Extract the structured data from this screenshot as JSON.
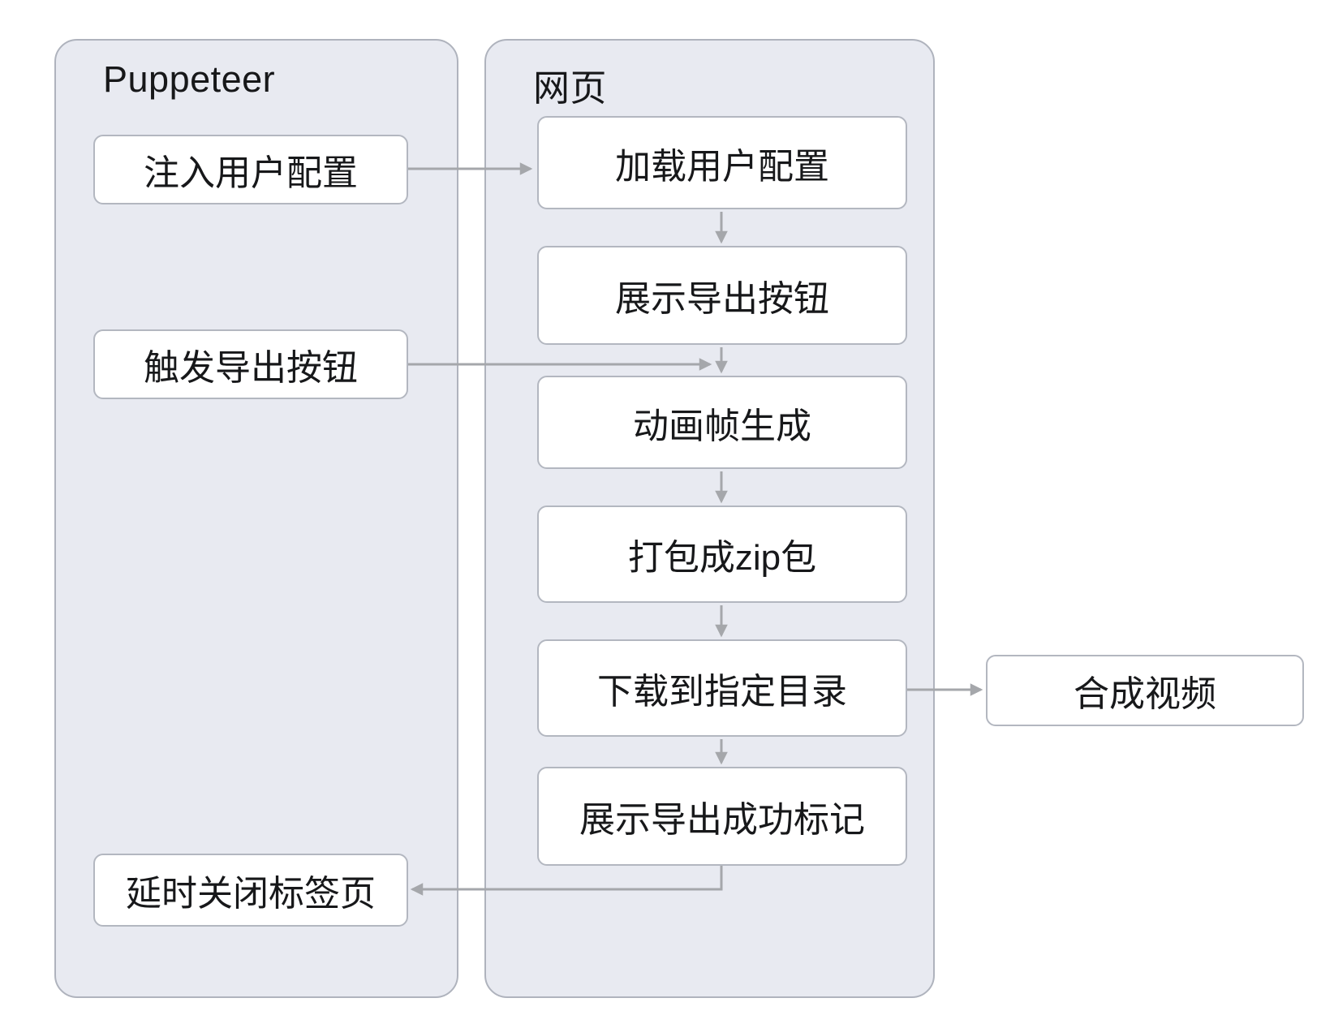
{
  "colors": {
    "page_background": "#ffffff",
    "lane_fill": "#e8eaf1",
    "lane_border": "#afb3bd",
    "node_fill": "#ffffff",
    "node_border": "#b3b7c0",
    "arrow": "#a5a7ab",
    "text": "#17181a"
  },
  "lanes": {
    "puppeteer": {
      "title": "Puppeteer"
    },
    "webpage": {
      "title": "网页"
    }
  },
  "nodes": {
    "inject_config": {
      "label": "注入用户配置",
      "lane": "puppeteer"
    },
    "trigger_export": {
      "label": "触发导出按钮",
      "lane": "puppeteer"
    },
    "delay_close_tab": {
      "label": "延时关闭标签页",
      "lane": "puppeteer"
    },
    "load_config": {
      "label": "加载用户配置",
      "lane": "webpage"
    },
    "show_export_button": {
      "label": "展示导出按钮",
      "lane": "webpage"
    },
    "generate_frames": {
      "label": "动画帧生成",
      "lane": "webpage"
    },
    "pack_zip": {
      "label": "打包成zip包",
      "lane": "webpage"
    },
    "download_dir": {
      "label": "下载到指定目录",
      "lane": "webpage"
    },
    "show_success": {
      "label": "展示导出成功标记",
      "lane": "webpage"
    },
    "compose_video": {
      "label": "合成视频",
      "lane": "external"
    }
  },
  "edges": [
    {
      "from": "inject_config",
      "to": "load_config"
    },
    {
      "from": "load_config",
      "to": "show_export_button"
    },
    {
      "from": "trigger_export",
      "to": "generate_frames"
    },
    {
      "from": "show_export_button",
      "to": "generate_frames"
    },
    {
      "from": "generate_frames",
      "to": "pack_zip"
    },
    {
      "from": "pack_zip",
      "to": "download_dir"
    },
    {
      "from": "download_dir",
      "to": "compose_video"
    },
    {
      "from": "download_dir",
      "to": "show_success"
    },
    {
      "from": "show_success",
      "to": "delay_close_tab"
    }
  ]
}
